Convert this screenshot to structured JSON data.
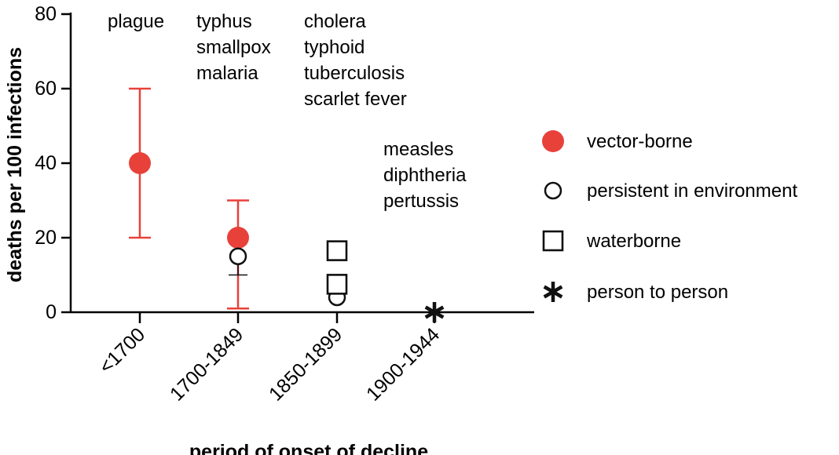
{
  "chart_data": {
    "type": "scatter",
    "ylabel": "deaths per 100 infections",
    "xlabel": "period of onset of decline",
    "categories": [
      "<1700",
      "1700-1849",
      "1850-1899",
      "1900-1944"
    ],
    "ylim": [
      0,
      80
    ],
    "yticks": [
      "0",
      "20",
      "40",
      "60",
      "80"
    ],
    "grid": false,
    "legend_position": "right",
    "colors": {
      "vector": "#e8413a",
      "black": "#111111"
    },
    "series": [
      {
        "name": "vector-borne",
        "marker": "filled-circle",
        "color": "#e8413a",
        "points": [
          {
            "category": "<1700",
            "y": 40,
            "err_low": 20,
            "err_high": 60
          },
          {
            "category": "1700-1849",
            "y": 20,
            "err_low": 1,
            "err_high": 30
          }
        ]
      },
      {
        "name": "persistent in environment",
        "marker": "open-circle",
        "color": "#111111",
        "points": [
          {
            "category": "1700-1849",
            "y": 15,
            "err_low": 10,
            "err_high": 19
          },
          {
            "category": "1850-1899",
            "y": 4
          }
        ]
      },
      {
        "name": "waterborne",
        "marker": "open-square",
        "color": "#111111",
        "points": [
          {
            "category": "1850-1899",
            "y": 16.5
          },
          {
            "category": "1850-1899",
            "y": 7.5
          }
        ]
      },
      {
        "name": "person to person",
        "marker": "star",
        "color": "#111111",
        "points": [
          {
            "category": "1900-1944",
            "y": 0
          }
        ]
      }
    ],
    "annotations": [
      {
        "category": "<1700",
        "lines": [
          "plague"
        ]
      },
      {
        "category": "1700-1849",
        "lines": [
          "typhus",
          "smallpox",
          "malaria"
        ]
      },
      {
        "category": "1850-1899",
        "lines": [
          "cholera",
          "typhoid",
          "tuberculosis",
          "scarlet fever"
        ]
      },
      {
        "category": "1900-1944",
        "lines": [
          "measles",
          "diphtheria",
          "pertussis"
        ]
      }
    ]
  }
}
